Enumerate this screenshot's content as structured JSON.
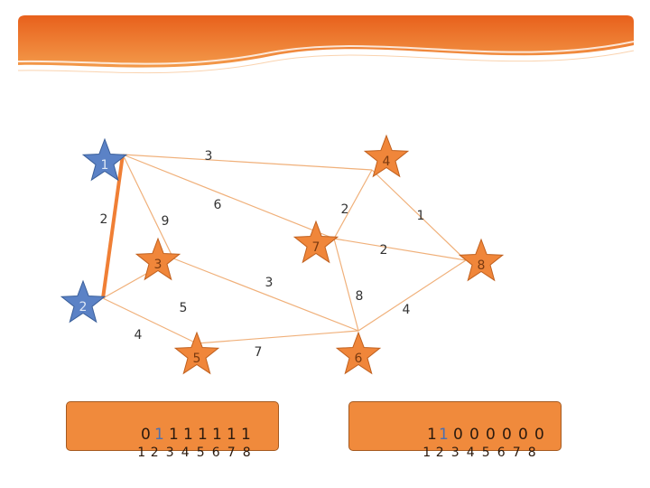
{
  "colors": {
    "banner_dark": "#e8601c",
    "banner_light": "#f6a04d",
    "edge": "#f0b07a",
    "highlight_edge": "#f07f35",
    "star_blue": "#5b82c6",
    "star_orange": "#f0863a",
    "box_fill": "#f08a3c"
  },
  "nodes": [
    {
      "id": "1",
      "label": "1",
      "color": "blue"
    },
    {
      "id": "2",
      "label": "2",
      "color": "blue"
    },
    {
      "id": "3",
      "label": "3",
      "color": "orange"
    },
    {
      "id": "4",
      "label": "4",
      "color": "orange"
    },
    {
      "id": "5",
      "label": "5",
      "color": "orange"
    },
    {
      "id": "6",
      "label": "6",
      "color": "orange"
    },
    {
      "id": "7",
      "label": "7",
      "color": "orange"
    },
    {
      "id": "8",
      "label": "8",
      "color": "orange"
    }
  ],
  "edges": [
    {
      "from": "1",
      "to": "2",
      "weight": "2",
      "highlight": true
    },
    {
      "from": "1",
      "to": "4",
      "weight": "3"
    },
    {
      "from": "1",
      "to": "7",
      "weight": "6"
    },
    {
      "from": "1",
      "to": "3",
      "weight": "9"
    },
    {
      "from": "4",
      "to": "7",
      "weight": "2"
    },
    {
      "from": "4",
      "to": "8",
      "weight": "1"
    },
    {
      "from": "7",
      "to": "8",
      "weight": "2"
    },
    {
      "from": "7",
      "to": "6",
      "weight": "8"
    },
    {
      "from": "3",
      "to": "6",
      "weight": "3"
    },
    {
      "from": "3",
      "to": "2",
      "weight": "5"
    },
    {
      "from": "2",
      "to": "5",
      "weight": "4"
    },
    {
      "from": "5",
      "to": "6",
      "weight": "7"
    },
    {
      "from": "6",
      "to": "8",
      "weight": "4"
    }
  ],
  "left_box": {
    "values": [
      "0",
      "1",
      "1",
      "1",
      "1",
      "1",
      "1",
      "1"
    ],
    "indices": [
      "1",
      "2",
      "3",
      "4",
      "5",
      "6",
      "7",
      "8"
    ]
  },
  "right_box": {
    "values": [
      "1",
      "1",
      "0",
      "0",
      "0",
      "0",
      "0",
      "0"
    ],
    "indices": [
      "1",
      "2",
      "3",
      "4",
      "5",
      "6",
      "7",
      "8"
    ]
  }
}
